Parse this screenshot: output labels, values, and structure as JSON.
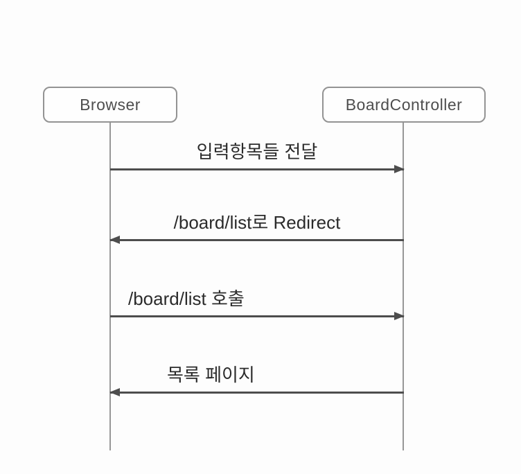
{
  "diagram": {
    "type": "sequence",
    "actors": [
      {
        "name": "Browser"
      },
      {
        "name": "BoardController"
      }
    ],
    "messages": [
      {
        "label": "입력항목들 전달",
        "from": "Browser",
        "to": "BoardController",
        "direction": "right"
      },
      {
        "label": "/board/list로 Redirect",
        "from": "BoardController",
        "to": "Browser",
        "direction": "left"
      },
      {
        "label": "/board/list 호출",
        "from": "Browser",
        "to": "BoardController",
        "direction": "right"
      },
      {
        "label": "목록 페이지",
        "from": "BoardController",
        "to": "Browser",
        "direction": "left"
      }
    ],
    "colors": {
      "background": "#fdfdfd",
      "arrow_line": "#4d4d4d",
      "box_border": "#939393",
      "lifeline": "#979797",
      "label_text": "#2b2b2b",
      "actor_text": "#4e4e4e"
    }
  }
}
